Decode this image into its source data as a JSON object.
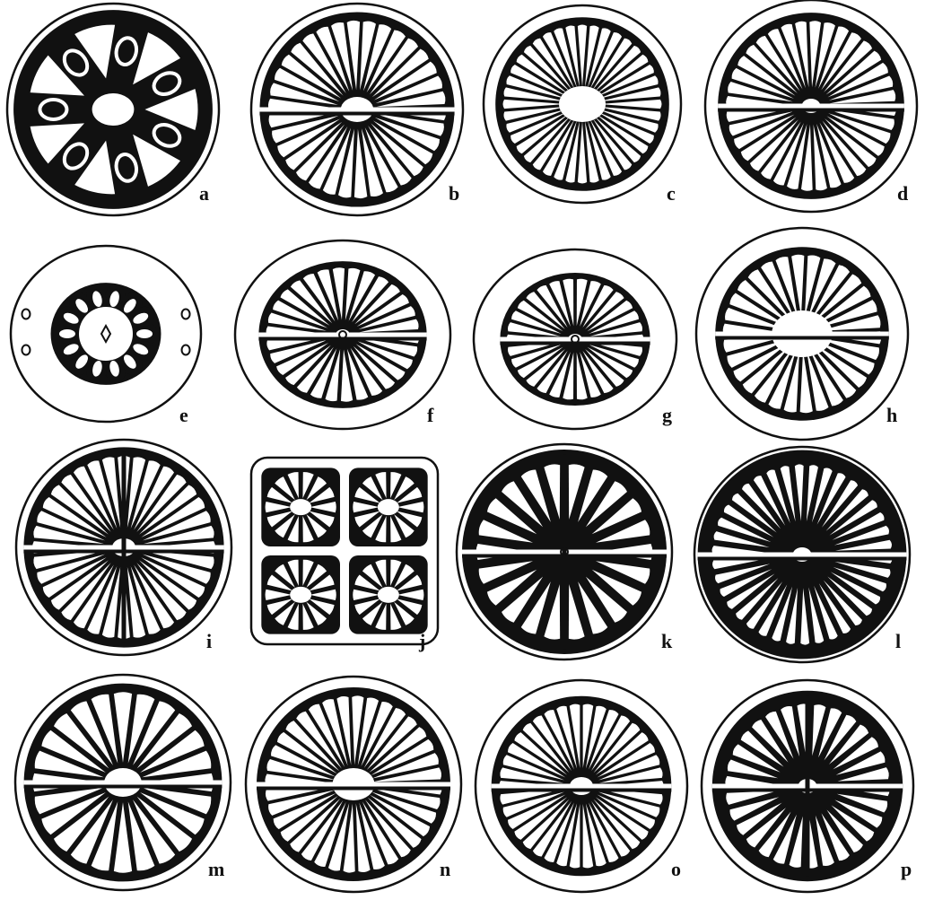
{
  "colors": {
    "ink": "#111111",
    "paper": "#ffffff"
  },
  "panels": [
    {
      "label": "a"
    },
    {
      "label": "b"
    },
    {
      "label": "c"
    },
    {
      "label": "d"
    },
    {
      "label": "e"
    },
    {
      "label": "f"
    },
    {
      "label": "g"
    },
    {
      "label": "h"
    },
    {
      "label": "i"
    },
    {
      "label": "j"
    },
    {
      "label": "k"
    },
    {
      "label": "l"
    },
    {
      "label": "m"
    },
    {
      "label": "n"
    },
    {
      "label": "o"
    },
    {
      "label": "p"
    }
  ]
}
